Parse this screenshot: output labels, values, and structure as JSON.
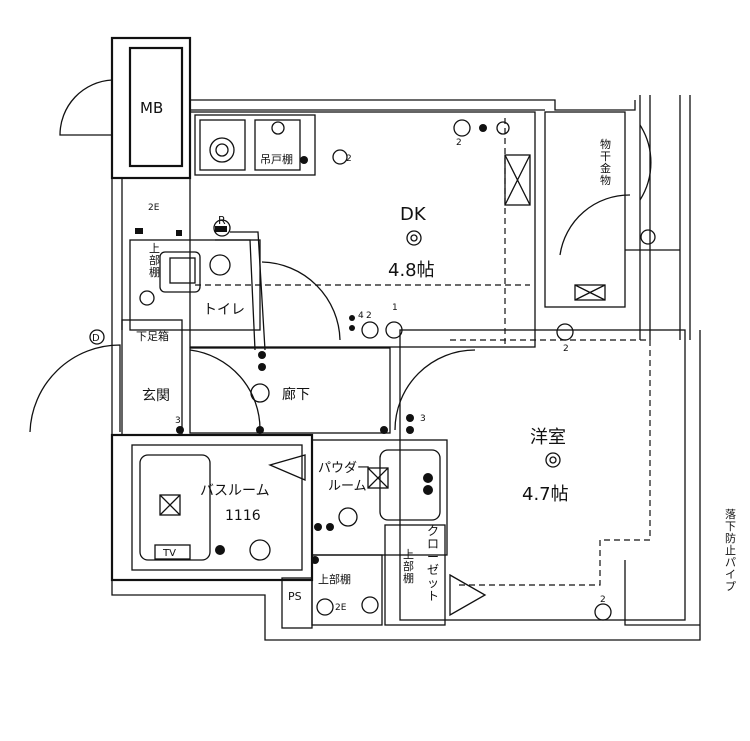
{
  "labels": {
    "mb": "MB",
    "dk": "DK",
    "dk_size": "4.8帖",
    "toilet": "トイレ",
    "hall": "廊下",
    "entrance": "玄関",
    "shoe_cabinet": "下足箱",
    "upper_shelf_toilet": "上部棚",
    "hanging_cupboard": "吊戸棚",
    "storage": "物干金物",
    "western": "洋室",
    "western_size": "4.7帖",
    "bath_line1": "バスルーム",
    "bath_line2": "1116",
    "tv": "TV",
    "powder_line1": "パウダー",
    "powder_line2": "ルーム",
    "upper_shelf_powder": "上部棚",
    "upper_shelf_closet": "上部棚",
    "closet": "クローゼット",
    "ps": "PS",
    "fall_prevention": "落下防止パイプ",
    "r_mark": "R",
    "d_mark": "D",
    "num_2e_dk": "2E",
    "num_2e_powder": "2E",
    "num_2_dk": "2",
    "num_2_top": "2",
    "num_2_western": "2",
    "num_2_western_bottom": "2",
    "num_4": "4",
    "num_2_dk2": "2",
    "num_3_hall": "3",
    "num_3_entry": "3",
    "num_1": "1"
  }
}
